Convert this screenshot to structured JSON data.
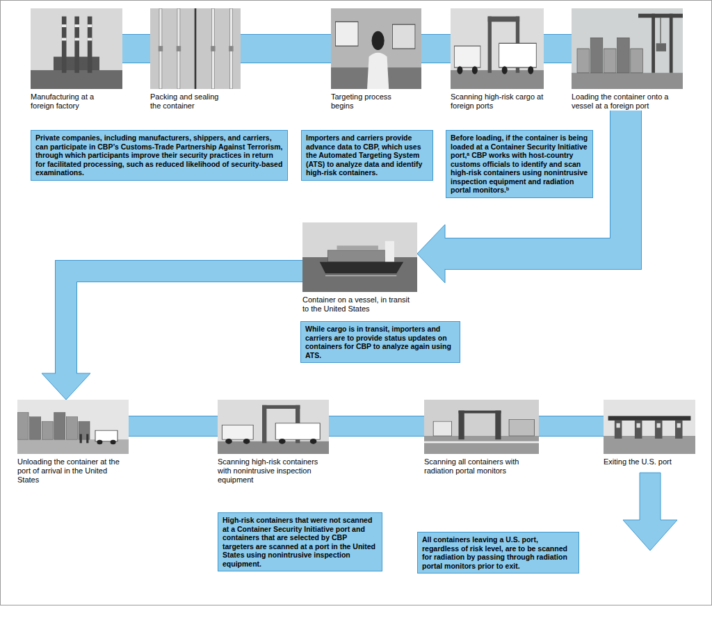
{
  "diagram": {
    "nodes": [
      {
        "text": [
          "Manufacturing at a foreign factory"
        ]
      },
      {
        "text": [
          "Packing and sealing the container"
        ]
      },
      {
        "text": [
          "Targeting process begins"
        ]
      },
      {
        "text": [
          "Scanning high-risk cargo at foreign ports"
        ]
      },
      {
        "text": [
          "Loading the container onto a vessel at a foreign port"
        ]
      },
      {
        "text": [
          "Private companies, including manufacturers, shippers, and carriers, can participate in CBP’s Customs-Trade Partnership Against Terrorism, through which participants improve their security practices in return for facilitated processing, such as reduced likelihood of security-based examinations."
        ]
      },
      {
        "text": [
          "Importers and carriers provide advance data to CBP, which uses the Automated Targeting System (ATS) to analyze data and identify high-risk containers."
        ]
      },
      {
        "text": [
          "Before loading, if the container is being loaded at a Container Security Initiative port,ᵃ CBP works with host-country customs officials to identify and scan high-risk containers using nonintrusive inspection equipment and radiation portal monitors.ᵇ"
        ]
      },
      {
        "text": [
          "Container on a vessel, in transit to the United States"
        ]
      },
      {
        "text": [
          "While cargo is in transit, importers and carriers are to provide status updates on containers for CBP to analyze again using ATS."
        ]
      },
      {
        "text": [
          "Unloading the container at the port of arrival in the United States"
        ]
      },
      {
        "text": [
          "Scanning high-risk containers with nonintrusive inspection equipment"
        ]
      },
      {
        "text": [
          "Scanning all containers with radiation portal monitors"
        ]
      },
      {
        "text": [
          "Exiting the U.S. port"
        ]
      },
      {
        "text": [
          "High-risk containers that were not scanned at a Container Security Initiative port and containers that are selected by CBP targeters are scanned at a port in the United States using nonintrusive inspection equipment."
        ]
      },
      {
        "text": [
          "All containers leaving a U.S. port, regardless of risk level, are to be scanned for radiation by passing through radiation portal monitors prior to exit."
        ]
      }
    ],
    "edges": [
      {
        "from": 0,
        "to": 1,
        "arrow": "none"
      },
      {
        "from": 1,
        "to": 2,
        "arrow": "none"
      },
      {
        "from": 2,
        "to": 3,
        "arrow": "none"
      },
      {
        "from": 3,
        "to": 4,
        "arrow": "none"
      },
      {
        "from": 4,
        "to": 8,
        "arrow": "to"
      },
      {
        "from": 8,
        "to": 10,
        "arrow": "to"
      },
      {
        "from": 10,
        "to": 11,
        "arrow": "none"
      },
      {
        "from": 11,
        "to": 12,
        "arrow": "none"
      },
      {
        "from": 12,
        "to": 13,
        "arrow": "none"
      }
    ]
  }
}
